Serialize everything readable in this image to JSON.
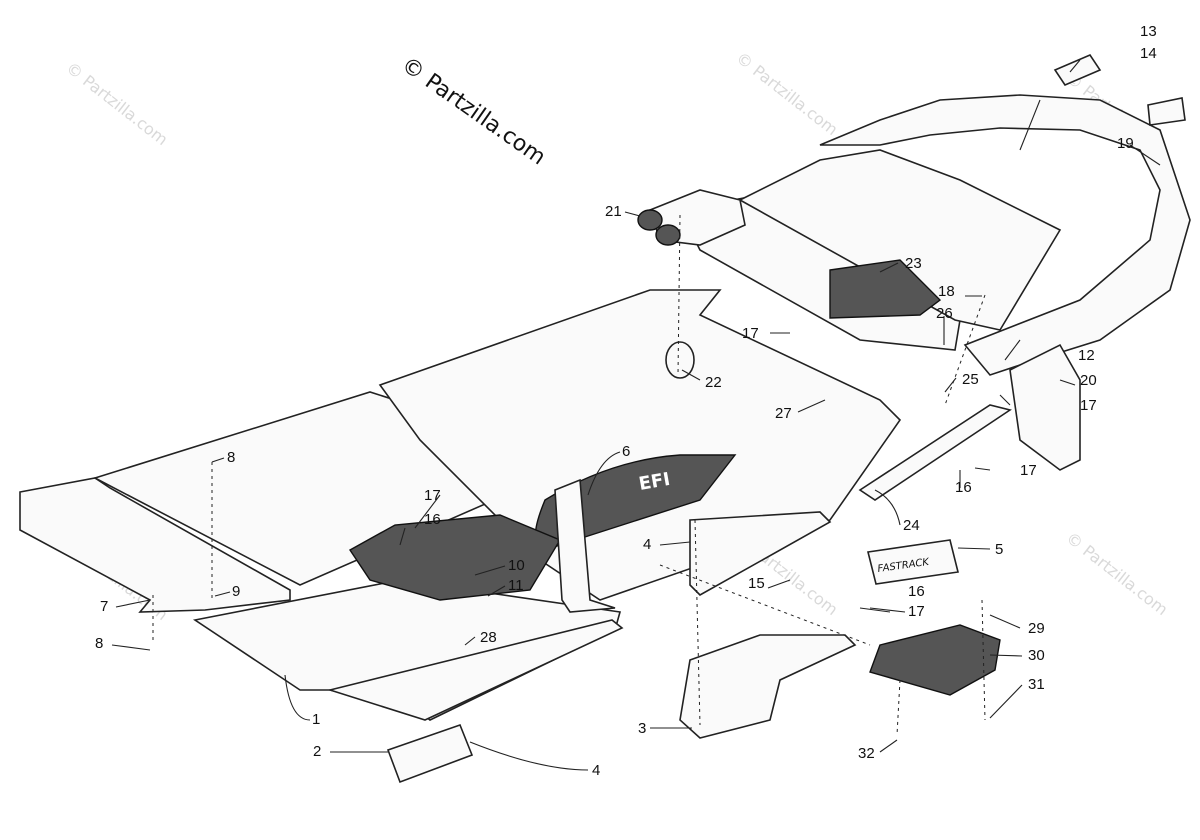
{
  "copyright": "© Partzilla.com",
  "watermark": "© Partzilla.com",
  "decals": {
    "efi": "EFI",
    "fastrack": "FASTRACK"
  },
  "callouts": [
    "1",
    "2",
    "3",
    "4",
    "4",
    "5",
    "6",
    "7",
    "8",
    "8",
    "9",
    "10",
    "11",
    "12",
    "13",
    "14",
    "15",
    "16",
    "16",
    "16",
    "17",
    "17",
    "17",
    "17",
    "17",
    "18",
    "19",
    "20",
    "21",
    "22",
    "23",
    "24",
    "25",
    "26",
    "27",
    "28",
    "29",
    "30",
    "31",
    "32"
  ]
}
